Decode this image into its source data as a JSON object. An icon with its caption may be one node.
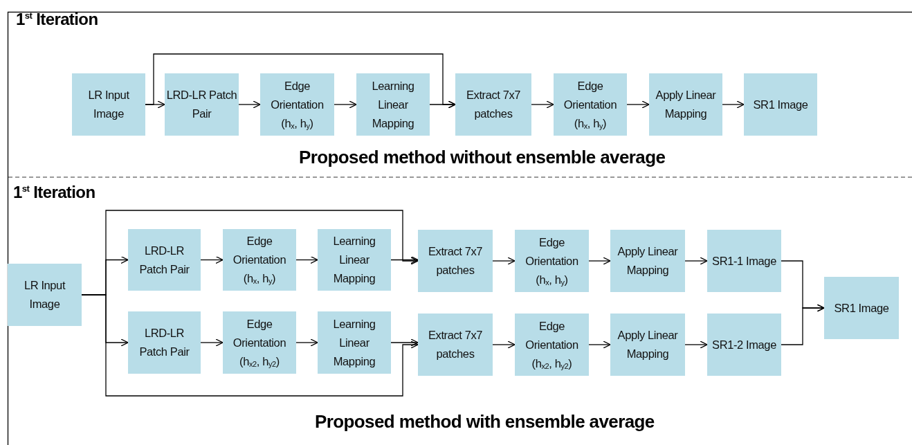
{
  "diagram": {
    "nodes": [
      {
        "text": [
          "LR Input Image"
        ]
      },
      {
        "text": [
          "LRD-LR Patch Pair"
        ]
      },
      {
        "text": [
          "Edge Orientation (h$_{x}$, h$_{y}$)"
        ]
      },
      {
        "text": [
          "Learning Linear Mapping"
        ]
      },
      {
        "text": [
          "Extract 7x7 patches"
        ]
      },
      {
        "text": [
          "Edge Orientation (h$_{x}$, h$_{y}$)"
        ]
      },
      {
        "text": [
          "Apply Linear Mapping"
        ]
      },
      {
        "text": [
          "SR1 Image"
        ]
      },
      {
        "text": [
          "LR Input Image"
        ]
      },
      {
        "text": [
          "LRD-LR Patch Pair"
        ]
      },
      {
        "text": [
          "Edge Orientation (h$_{x}$, h$_{y}$)"
        ]
      },
      {
        "text": [
          "Learning Linear Mapping"
        ]
      },
      {
        "text": [
          "Extract 7x7 patches"
        ]
      },
      {
        "text": [
          "Edge Orientation (h$_{x}$, h$_{y}$)"
        ]
      },
      {
        "text": [
          "Apply Linear Mapping"
        ]
      },
      {
        "text": [
          "SR1-1 Image"
        ]
      },
      {
        "text": [
          "LRD-LR Patch Pair"
        ]
      },
      {
        "text": [
          "Edge Orientation (h$_{x2}$, h$_{y2}$)"
        ]
      },
      {
        "text": [
          "Learning Linear Mapping"
        ]
      },
      {
        "text": [
          "Extract 7x7 patches"
        ]
      },
      {
        "text": [
          "Edge Orientation (h$_{x2}$, h$_{y2}$)"
        ]
      },
      {
        "text": [
          "Apply Linear Mapping"
        ]
      },
      {
        "text": [
          "SR1-2 Image"
        ]
      },
      {
        "text": [
          "SR1 Image"
        ]
      }
    ],
    "edges": [
      {
        "from": 0,
        "to": 1,
        "arrow": "to"
      },
      {
        "from": 1,
        "to": 2,
        "arrow": "to"
      },
      {
        "from": 2,
        "to": 3,
        "arrow": "to"
      },
      {
        "from": 3,
        "to": 4,
        "arrow": "to"
      },
      {
        "from": 0,
        "to": 4,
        "arrow": "to"
      },
      {
        "from": 4,
        "to": 5,
        "arrow": "to"
      },
      {
        "from": 5,
        "to": 6,
        "arrow": "to"
      },
      {
        "from": 6,
        "to": 7,
        "arrow": "to"
      },
      {
        "from": 8,
        "to": 9,
        "arrow": "to"
      },
      {
        "from": 8,
        "to": 16,
        "arrow": "to"
      },
      {
        "from": 8,
        "to": 12,
        "arrow": "to"
      },
      {
        "from": 8,
        "to": 19,
        "arrow": "to"
      },
      {
        "from": 9,
        "to": 10,
        "arrow": "to"
      },
      {
        "from": 10,
        "to": 11,
        "arrow": "to"
      },
      {
        "from": 11,
        "to": 12,
        "arrow": "to"
      },
      {
        "from": 12,
        "to": 13,
        "arrow": "to"
      },
      {
        "from": 13,
        "to": 14,
        "arrow": "to"
      },
      {
        "from": 14,
        "to": 15,
        "arrow": "to"
      },
      {
        "from": 16,
        "to": 17,
        "arrow": "to"
      },
      {
        "from": 17,
        "to": 18,
        "arrow": "to"
      },
      {
        "from": 18,
        "to": 19,
        "arrow": "to"
      },
      {
        "from": 19,
        "to": 20,
        "arrow": "to"
      },
      {
        "from": 20,
        "to": 21,
        "arrow": "to"
      },
      {
        "from": 21,
        "to": 22,
        "arrow": "to"
      },
      {
        "from": 15,
        "to": 23,
        "arrow": "to"
      },
      {
        "from": 22,
        "to": 23,
        "arrow": "to"
      }
    ],
    "labels": [
      "1$^{st}$ Iteration",
      "Proposed method without ensemble average",
      "1$^{st}$ Iteration",
      "Proposed method with ensemble average"
    ]
  }
}
